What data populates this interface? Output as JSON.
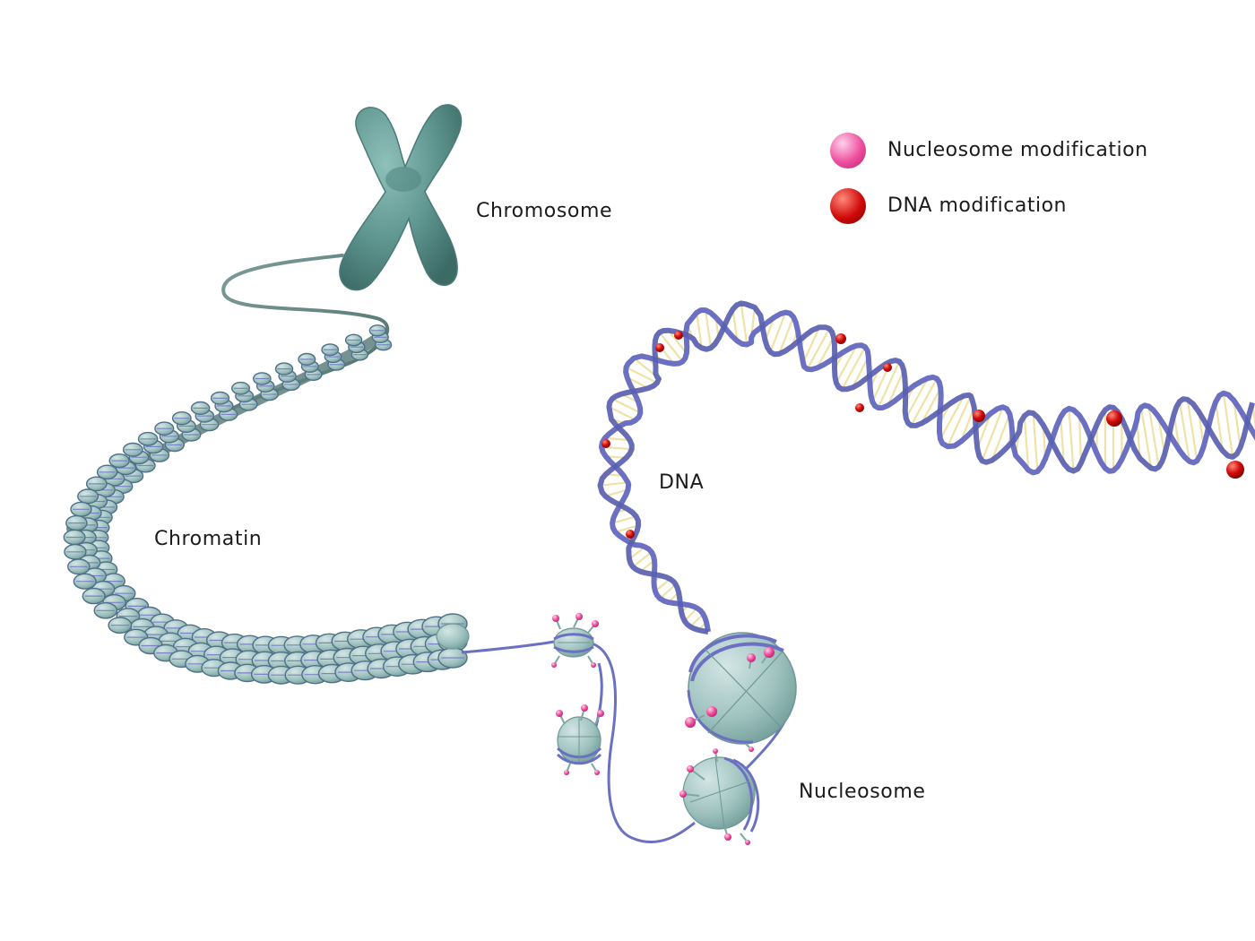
{
  "labels": {
    "chromosome": "Chromosome",
    "chromatin": "Chromatin",
    "dna": "DNA",
    "nucleosome": "Nucleosome"
  },
  "legend": [
    {
      "label": "Nucleosome modification",
      "color": "#ee4f9f",
      "icon": "pink-sphere-icon"
    },
    {
      "label": "DNA modification",
      "color": "#d10a0a",
      "icon": "red-sphere-icon"
    }
  ],
  "colors": {
    "chromosome": "#5f9690",
    "histone": "#9fc2bf",
    "histone_edge": "#6e9894",
    "dna_strand": "#6c70c2",
    "base_pairs": "#efe2a6"
  }
}
